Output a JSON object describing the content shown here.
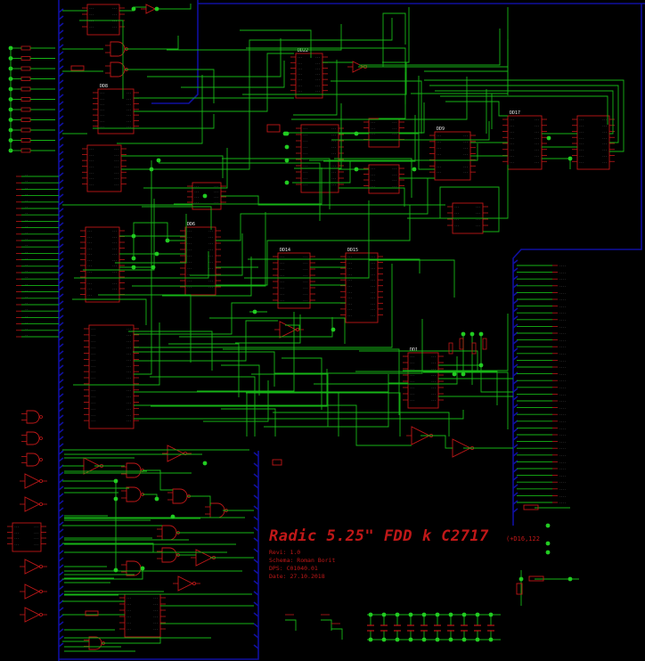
{
  "theme": {
    "background": "#000000",
    "wire": "#16b516",
    "part": "#c01818",
    "bus": "#1010a0",
    "junction": "#22cc22",
    "text": "#e8e8e8"
  },
  "title_block": {
    "title": "Radic 5.25\" FDD k C2717",
    "code": "(+D16,122",
    "lines": [
      "Revi: 1.0",
      "Schema: Roman Borit",
      "DPS: C01040.01",
      "Date: 27.10.2018"
    ]
  },
  "ic_labels": [
    "DD22",
    "DD8",
    "DD17",
    "DD9",
    "DD6",
    "DD14",
    "DD15",
    "DD1"
  ]
}
